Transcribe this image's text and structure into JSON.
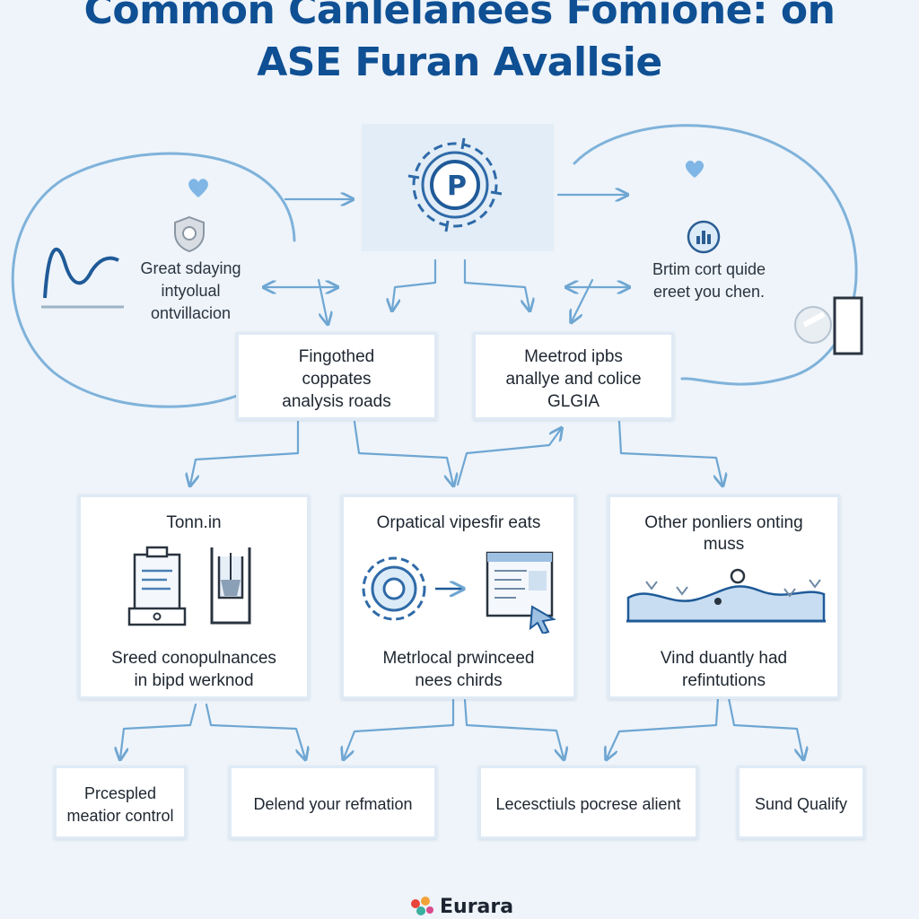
{
  "title": {
    "line1": "Common Canlelanees Fomione: on",
    "line2": "ASE Furan Avallsie"
  },
  "left_note": {
    "line1": "Great sdaying",
    "line2": "intyolual",
    "line3": "ontvillacion"
  },
  "right_note": {
    "line1": "Brtim cort quide",
    "line2": "ereet you chen."
  },
  "mid_boxes": [
    {
      "line1": "Fingothed",
      "line2": "coppates",
      "line3": "analysis roads"
    },
    {
      "line1": "Meetrod ipbs",
      "line2": "anallye and colice",
      "line3": "GLGIA"
    }
  ],
  "cards": [
    {
      "title1": "Tonn.in",
      "title2": "",
      "body1": "Sreed conopulnances",
      "body2": "in bipd werknod"
    },
    {
      "title1": "Orpatical vipesfir eats",
      "title2": "",
      "body1": "Metrlocal prwinceed",
      "body2": "nees chirds"
    },
    {
      "title1": "Other ponliers onting",
      "title2": "muss",
      "body1": "Vind duantly had",
      "body2": "refintutions"
    }
  ],
  "bottom_boxes": [
    {
      "line1": "Prcespled",
      "line2": "meatior control"
    },
    {
      "line1": "Delend your refmation",
      "line2": ""
    },
    {
      "line1": "Lecesctiuls pocrese alient",
      "line2": ""
    },
    {
      "line1": "Sund Qualify",
      "line2": ""
    }
  ],
  "footer": {
    "brand": "Eurara"
  },
  "colors": {
    "title": "#0f4f93",
    "line": "#6fa6d2",
    "background": "#eef4fa",
    "icon": "#2a5d93",
    "heart": "#7fb6e6"
  },
  "icons": {
    "center": "gear-p-logo-icon",
    "left_heart": "heart-icon",
    "right_heart": "heart-icon",
    "shield": "shield-icon",
    "chart": "line-chart-icon",
    "right_badge": "chart-badge-icon",
    "card1a": "clipboard-icon",
    "card1b": "lab-device-icon",
    "card2a": "gear-icon",
    "card2b": "browser-cursor-icon",
    "card3": "wave-sensor-icon"
  }
}
